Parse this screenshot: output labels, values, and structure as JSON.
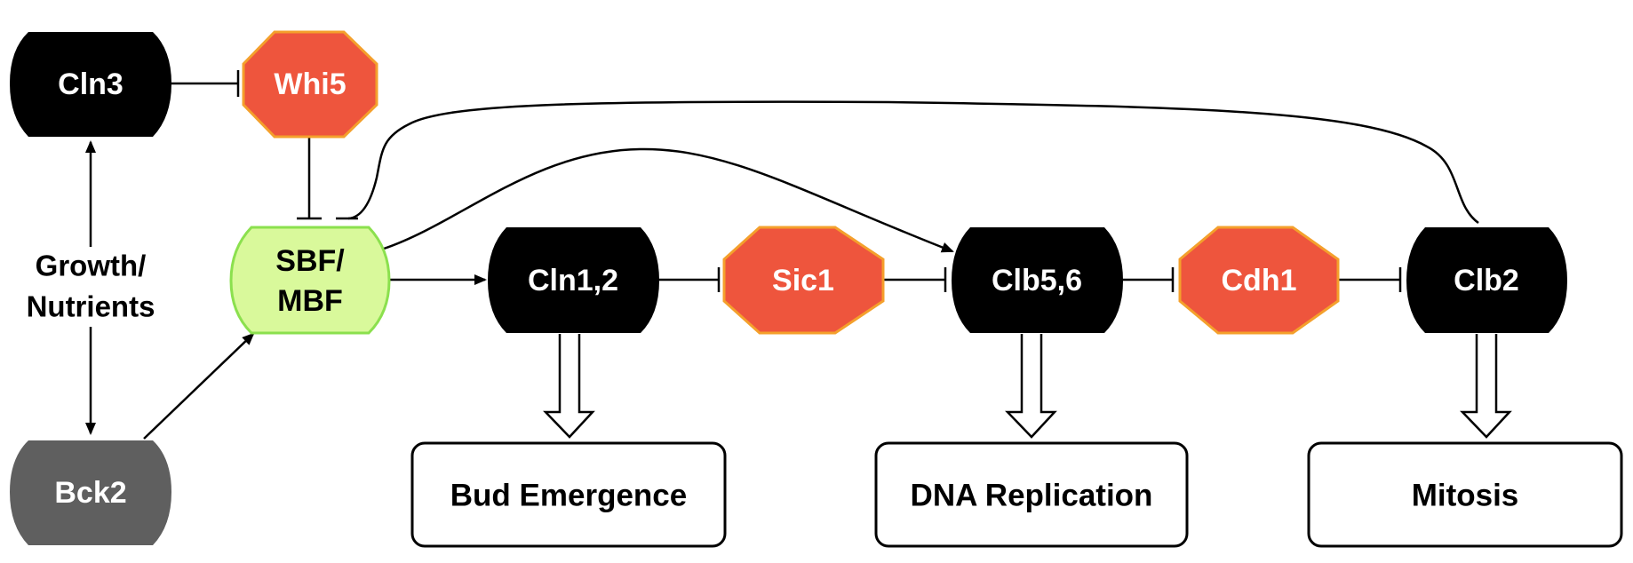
{
  "colors": {
    "kinase": "#000000",
    "kinase_gray": "#5f5f5f",
    "inhibitor_fill": "#ee553d",
    "inhibitor_stroke": "#f4a02c",
    "transcription_factor_fill": "#d9f99b",
    "transcription_factor_stroke": "#8be04e",
    "phase_box_stroke": "#000000"
  },
  "nodes": {
    "cln3": "Cln3",
    "whi5": "Whi5",
    "bck2": "Bck2",
    "sbf_mbf": [
      "SBF/",
      "MBF"
    ],
    "cln12": "Cln1,2",
    "sic1": "Sic1",
    "clb56": "Clb5,6",
    "cdh1": "Cdh1",
    "clb2": "Clb2"
  },
  "growth_label": [
    "Growth/",
    "Nutrients"
  ],
  "phases": {
    "bud": "Bud Emergence",
    "dna": "DNA Replication",
    "mitosis": "Mitosis"
  },
  "edges": [
    {
      "from": "Cln3",
      "to": "Whi5",
      "type": "inhibits"
    },
    {
      "from": "Whi5",
      "to": "SBF/MBF",
      "type": "inhibits"
    },
    {
      "from": "Clb2",
      "to": "SBF/MBF",
      "type": "inhibits"
    },
    {
      "from": "Growth/Nutrients",
      "to": "Cln3",
      "type": "activates"
    },
    {
      "from": "Growth/Nutrients",
      "to": "Bck2",
      "type": "activates"
    },
    {
      "from": "Bck2",
      "to": "SBF/MBF",
      "type": "activates"
    },
    {
      "from": "SBF/MBF",
      "to": "Cln1,2",
      "type": "activates"
    },
    {
      "from": "SBF/MBF",
      "to": "Clb5,6",
      "type": "activates"
    },
    {
      "from": "Cln1,2",
      "to": "Sic1",
      "type": "inhibits"
    },
    {
      "from": "Sic1",
      "to": "Clb5,6",
      "type": "inhibits"
    },
    {
      "from": "Clb5,6",
      "to": "Cdh1",
      "type": "inhibits"
    },
    {
      "from": "Cdh1",
      "to": "Clb2",
      "type": "inhibits"
    },
    {
      "from": "Cln1,2",
      "to": "Bud Emergence",
      "type": "drives"
    },
    {
      "from": "Clb5,6",
      "to": "DNA Replication",
      "type": "drives"
    },
    {
      "from": "Clb2",
      "to": "Mitosis",
      "type": "drives"
    }
  ]
}
